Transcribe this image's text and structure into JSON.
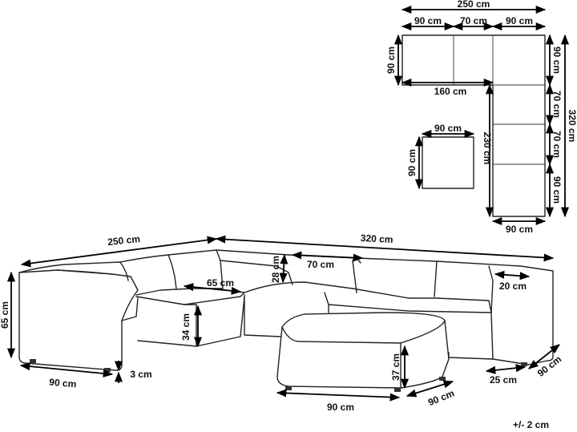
{
  "labels": {
    "plan_total_width": "250 cm",
    "plan_w1": "90 cm",
    "plan_w2": "70 cm",
    "plan_w3": "90 cm",
    "plan_left_depth": "90 cm",
    "plan_inner_width": "160 cm",
    "plan_inner_height": "230 cm",
    "plan_right1": "90 cm",
    "plan_right2": "70 cm",
    "plan_right3": "70 cm",
    "plan_right4": "90 cm",
    "plan_total_height": "320 cm",
    "plan_bottom_width": "90 cm",
    "ottoman_width": "90 cm",
    "ottoman_depth": "90 cm",
    "sofa_total_width": "250 cm",
    "sofa_total_length": "320 cm",
    "sofa_height": "65 cm",
    "sofa_seat_depth": "65 cm",
    "sofa_module_width": "70 cm",
    "sofa_back_thickness": "28 cm",
    "sofa_seat_height": "34 cm",
    "sofa_module_depth_left": "90 cm",
    "sofa_leg_height": "3 cm",
    "sofa_arm_width": "20 cm",
    "sofa_end_depth": "25 cm",
    "sofa_module_depth_right": "90 cm",
    "ottoman_front_width": "90 cm",
    "ottoman_side_depth": "90 cm",
    "ottoman_height": "37 cm",
    "tolerance": "+/- 2 cm"
  }
}
